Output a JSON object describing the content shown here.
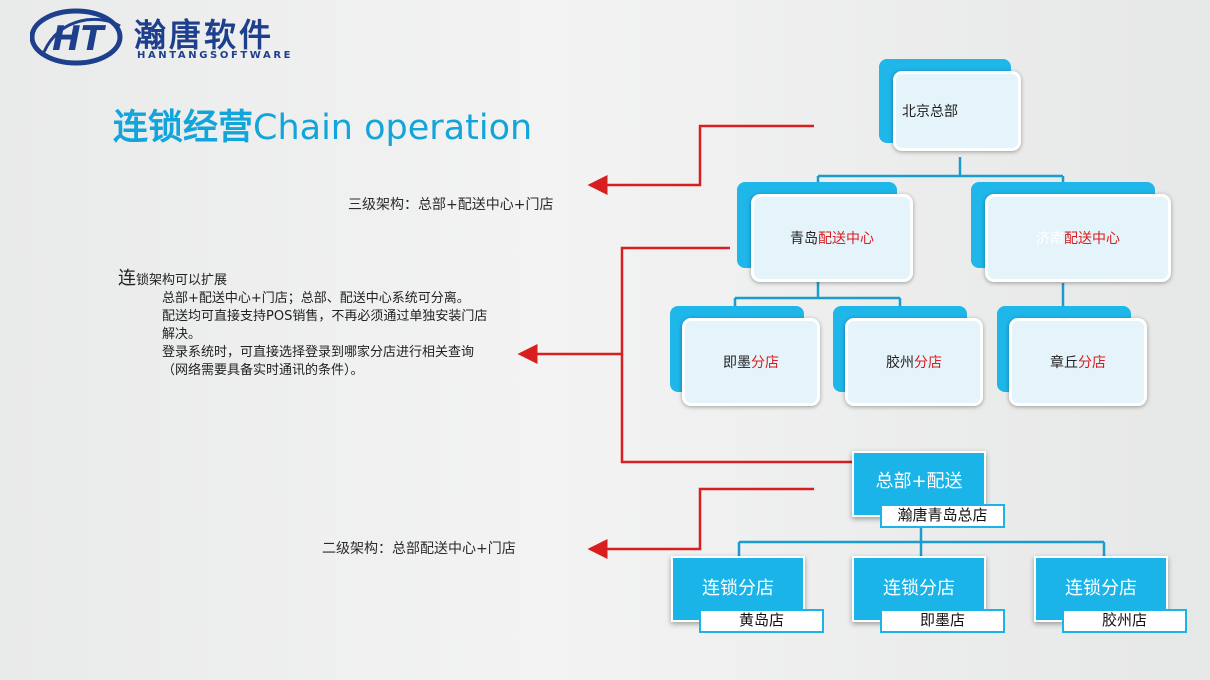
{
  "logo": {
    "mark_text": "HT",
    "cn": "瀚唐软件",
    "en": "HANTANGSOFTWARE"
  },
  "title": {
    "cn": "连锁经营",
    "en": "Chain operation"
  },
  "three_level": {
    "label": "三级架构：总部+配送中心+门店",
    "hq": "北京总部",
    "centers": [
      {
        "prefix": "青岛",
        "suffix": "配送中心"
      },
      {
        "prefix": "济南",
        "suffix": "配送中心"
      }
    ],
    "stores": [
      {
        "prefix": "即墨",
        "suffix": "分店"
      },
      {
        "prefix": "胶州",
        "suffix": "分店"
      },
      {
        "prefix": "章丘",
        "suffix": "分店"
      }
    ]
  },
  "description": {
    "head_big": "连",
    "head_rest": "锁架构可以扩展",
    "points": [
      "总部+配送中心+门店；总部、配送中心系统可分离。",
      "配送均可直接支持POS销售，不再必须通过单独安装门店解决。",
      "登录系统时，可直接选择登录到哪家分店进行相关查询（网络需要具备实时通讯的条件）。"
    ]
  },
  "two_level": {
    "label": "二级架构：总部配送中心+门店",
    "hq": {
      "title": "总部+配送",
      "name": "瀚唐青岛总店"
    },
    "branches": [
      {
        "title": "连锁分店",
        "name": "黄岛店"
      },
      {
        "title": "连锁分店",
        "name": "即墨店"
      },
      {
        "title": "连锁分店",
        "name": "胶州店"
      }
    ]
  },
  "colors": {
    "accent": "#1ab4e8",
    "arrow": "#d81e1e",
    "logo": "#1e3f8c"
  }
}
